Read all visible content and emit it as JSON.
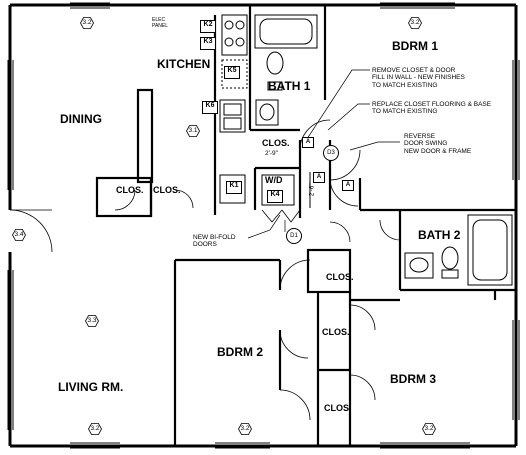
{
  "rooms": {
    "bdrm1": "BDRM 1",
    "kitchen": "KITCHEN",
    "bath1": "BATH 1",
    "dining": "DINING",
    "bath2": "BATH 2",
    "bdrm2": "BDRM 2",
    "bdrm3": "BDRM 3",
    "living": "LIVING RM."
  },
  "closets": {
    "dining_clos_a": "CLOS.",
    "dining_clos_b": "CLOS.",
    "hall_clos": "CLOS.",
    "hall_clos_dim": "2'-9\"",
    "bath2_clos": "CLOS.",
    "bdrm2_clos_a": "CLOS.",
    "bdrm2_clos_b": "CLOS."
  },
  "fixtures": {
    "washer_dryer": "W/D",
    "elec_panel": "ELEC PANEL",
    "vertical_dim": "2'-6\""
  },
  "kitchen_tags": [
    "K2",
    "K3",
    "K5",
    "K6",
    "K1",
    "K4"
  ],
  "keynotes": {
    "d3": "D3",
    "d1": "D1",
    "a1": "A",
    "a2": "A",
    "a3": "A"
  },
  "window_tags": {
    "top_left": "3.2",
    "top_right": "3.2",
    "dining": "3.1",
    "left_wall": "3.4",
    "living": "3.3",
    "bottom_left": "3.2",
    "bottom_mid": "3.2",
    "bottom_right": "3.2"
  },
  "notes": {
    "remove_closet": [
      "REMOVE CLOSET & DOOR",
      "FILL IN WALL - NEW FINISHES",
      "TO MATCH EXISTING"
    ],
    "replace_flooring": [
      "REPLACE CLOSET FLOORING & BASE",
      "TO MATCH EXISTING"
    ],
    "reverse_door": [
      "REVERSE",
      "DOOR SWING",
      "NEW DOOR & FRAME"
    ],
    "bifold": [
      "NEW BI-FOLD",
      "DOORS"
    ]
  }
}
